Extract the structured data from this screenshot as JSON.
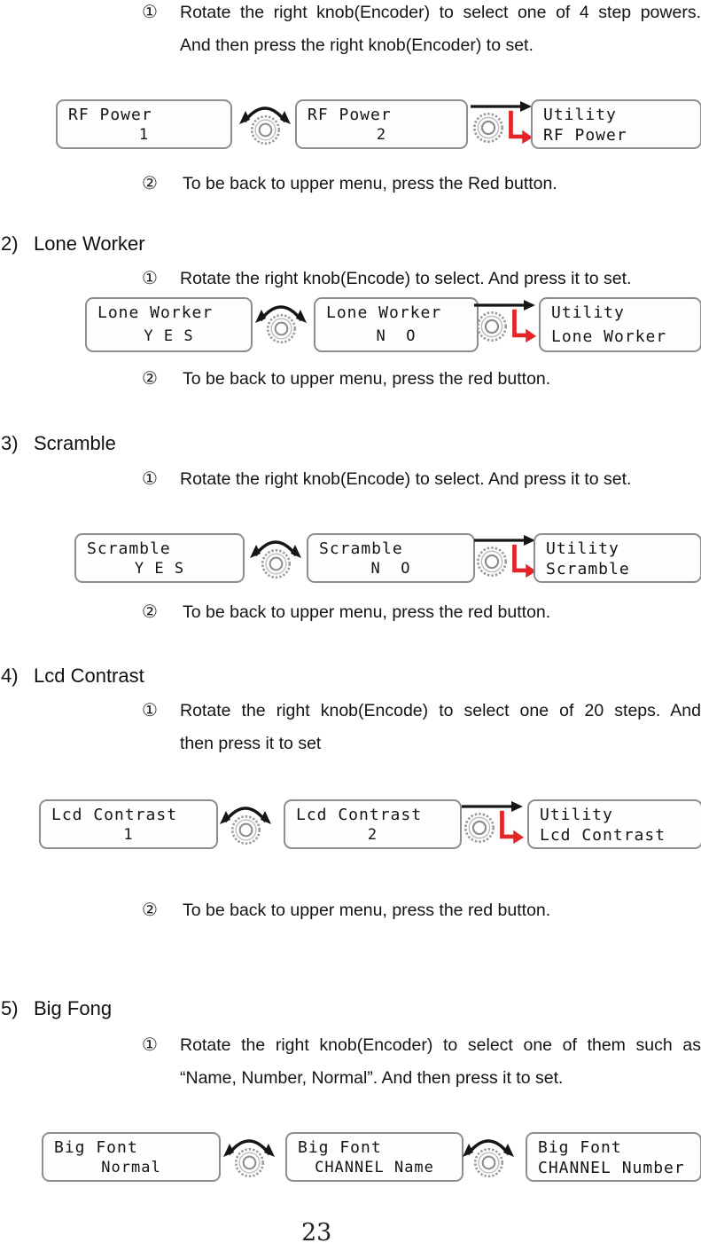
{
  "page": {
    "number": "23"
  },
  "colors": {
    "accent_red": "#e42528",
    "box_border": "#8d8d8d",
    "text": "#1b1b1b"
  },
  "icons": {
    "rotate": "curved-double-arrow over knob",
    "press": "right-arrow over knob with red enter-arrow"
  },
  "sections": [
    {
      "name": "rf-power",
      "step1": {
        "marker": "①",
        "lines": [
          "Rotate the right knob(Encoder) to select one of 4 step powers.",
          "And then press the right knob(Encoder) to set."
        ]
      },
      "screens": [
        {
          "line1": "RF Power",
          "line2": "1"
        },
        {
          "line1": "RF Power",
          "line2": "2"
        },
        {
          "line1": "Utility",
          "line2": "RF Power"
        }
      ],
      "transitions": [
        "rotate",
        "press"
      ],
      "step2": {
        "marker": "②",
        "text": "To be back to upper menu, press the Red button."
      }
    },
    {
      "name": "lone-worker",
      "heading": {
        "number": "2)",
        "label": "Lone Worker"
      },
      "step1": {
        "marker": "①",
        "lines": [
          "Rotate the right knob(Encode) to select. And press it to set."
        ]
      },
      "screens": [
        {
          "line1": "Lone Worker",
          "line2": "Y E S"
        },
        {
          "line1": "Lone Worker",
          "line2": "N  O"
        },
        {
          "line1": "Utility",
          "line2": "Lone Worker"
        }
      ],
      "transitions": [
        "rotate",
        "press"
      ],
      "step2": {
        "marker": "②",
        "text": "To be back to upper menu, press the red button."
      }
    },
    {
      "name": "scramble",
      "heading": {
        "number": "3)",
        "label": "Scramble"
      },
      "step1": {
        "marker": "①",
        "lines": [
          "Rotate the right knob(Encode) to select. And press it to set."
        ]
      },
      "screens": [
        {
          "line1": "Scramble",
          "line2": "Y E S"
        },
        {
          "line1": "Scramble",
          "line2": "N  O"
        },
        {
          "line1": "Utility",
          "line2": "Scramble"
        }
      ],
      "transitions": [
        "rotate",
        "press"
      ],
      "step2": {
        "marker": "②",
        "text": "To be back to upper menu, press the red button."
      }
    },
    {
      "name": "lcd-contrast",
      "heading": {
        "number": "4)",
        "label": "Lcd Contrast"
      },
      "step1": {
        "marker": "①",
        "lines": [
          "Rotate the right knob(Encode) to select one of 20 steps. And",
          "then press it to set"
        ]
      },
      "screens": [
        {
          "line1": "Lcd Contrast",
          "line2": "1"
        },
        {
          "line1": "Lcd Contrast",
          "line2": "2"
        },
        {
          "line1": "Utility",
          "line2": "Lcd Contrast"
        }
      ],
      "transitions": [
        "rotate",
        "press"
      ],
      "step2": {
        "marker": "②",
        "text": "To be back to upper menu, press the red button."
      }
    },
    {
      "name": "big-fong",
      "heading": {
        "number": "5)",
        "label": "Big Fong"
      },
      "step1": {
        "marker": "①",
        "lines": [
          "Rotate the right knob(Encoder) to select one of them such as",
          "“Name, Number, Normal”. And then press it to set."
        ]
      },
      "screens": [
        {
          "line1": "Big Font",
          "line2": "Normal"
        },
        {
          "line1": "Big Font",
          "line2": "CHANNEL Name"
        },
        {
          "line1": "Big Font",
          "line2": "CHANNEL Number"
        }
      ],
      "transitions": [
        "rotate",
        "rotate"
      ]
    }
  ]
}
